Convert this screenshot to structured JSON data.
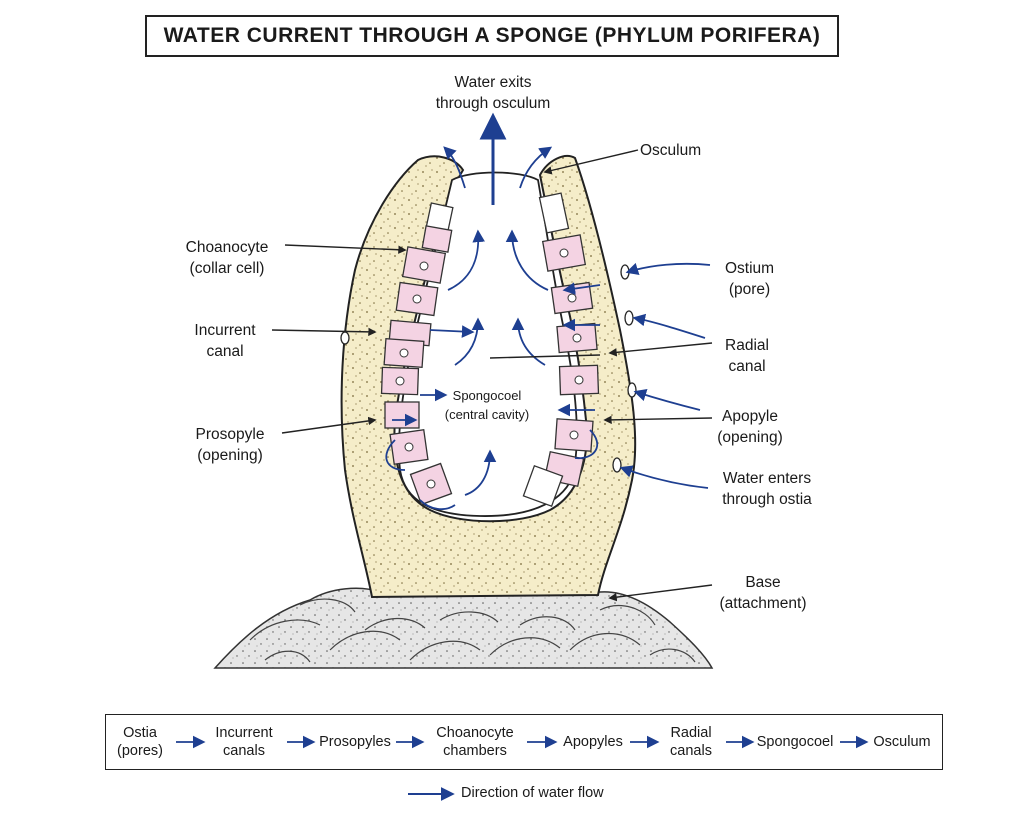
{
  "title": "WATER CURRENT THROUGH A SPONGE (PHYLUM PORIFERA)",
  "labels": {
    "water_exits": [
      "Water exits",
      "through osculum"
    ],
    "osculum": [
      "Osculum"
    ],
    "choanocyte": [
      "Choanocyte",
      "(collar cell)"
    ],
    "incurrent_canal": [
      "Incurrent",
      "canal"
    ],
    "prosopyle": [
      "Prosopyle",
      "(opening)"
    ],
    "ostium": [
      "Ostium",
      "(pore)"
    ],
    "radial_canal": [
      "Radial",
      "canal"
    ],
    "apopyle": [
      "Apopyle",
      "(opening)"
    ],
    "water_enters": [
      "Water enters",
      "through ostia"
    ],
    "base": [
      "Base",
      "(attachment)"
    ],
    "spongocoel": [
      "Spongocoel",
      "(central cavity)"
    ]
  },
  "flow_steps": [
    [
      "Ostia",
      "(pores)"
    ],
    [
      "Incurrent",
      "canals"
    ],
    [
      "Prosopyles"
    ],
    [
      "Choanocyte",
      "chambers"
    ],
    [
      "Apopyles"
    ],
    [
      "Radial",
      "canals"
    ],
    [
      "Spongocoel"
    ],
    [
      "Osculum"
    ]
  ],
  "legend": "Direction of water flow",
  "colors": {
    "arrow": "#1e3f91",
    "body": "#f5edc9",
    "chamber": "#f4d3e3",
    "rock": "#e3e3e3",
    "outline": "#222222"
  }
}
